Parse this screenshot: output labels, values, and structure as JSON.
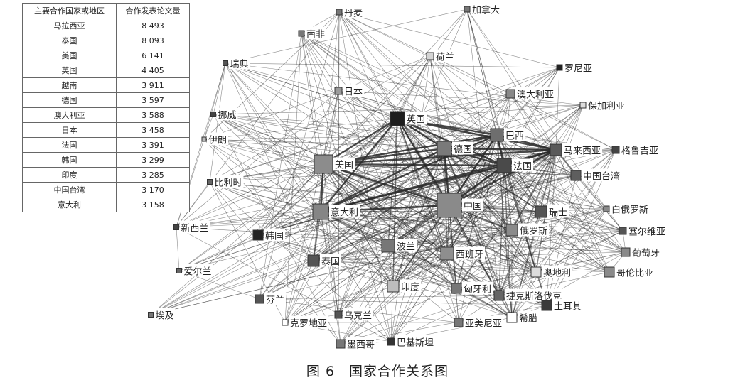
{
  "caption": "图 6　国家合作关系图",
  "table": {
    "headers": [
      "主要合作国家或地区",
      "合作发表论文量"
    ],
    "rows": [
      [
        "马拉西亚",
        "8 493"
      ],
      [
        "泰国",
        "8 093"
      ],
      [
        "美国",
        "6 141"
      ],
      [
        "英国",
        "4 405"
      ],
      [
        "越南",
        "3 911"
      ],
      [
        "德国",
        "3 597"
      ],
      [
        "澳大利亚",
        "3 588"
      ],
      [
        "日本",
        "3 458"
      ],
      [
        "法国",
        "3 391"
      ],
      [
        "韩国",
        "3 299"
      ],
      [
        "印度",
        "3 285"
      ],
      [
        "中国台湾",
        "3 170"
      ],
      [
        "意大利",
        "3 158"
      ]
    ]
  },
  "nodes": [
    {
      "id": "cn",
      "label": "中国",
      "shade": "#8a8a8a"
    },
    {
      "id": "en",
      "label": "英国",
      "shade": "#1e1e1e"
    },
    {
      "id": "us",
      "label": "美国",
      "shade": "#8c8c8c"
    },
    {
      "id": "de",
      "label": "德国",
      "shade": "#7a7a7a"
    },
    {
      "id": "br",
      "label": "巴西",
      "shade": "#6e6e6e"
    },
    {
      "id": "fr",
      "label": "法国",
      "shade": "#4a4a4a"
    },
    {
      "id": "my",
      "label": "马来西亚",
      "shade": "#5a5a5a"
    },
    {
      "id": "tw",
      "label": "中国台湾",
      "shade": "#5e5e5e"
    },
    {
      "id": "it",
      "label": "意大利",
      "shade": "#858585"
    },
    {
      "id": "ch",
      "label": "瑞士",
      "shade": "#555555"
    },
    {
      "id": "ru",
      "label": "俄罗斯",
      "shade": "#8a8a8a"
    },
    {
      "id": "kr",
      "label": "韩国",
      "shade": "#222222"
    },
    {
      "id": "pl",
      "label": "波兰",
      "shade": "#777777"
    },
    {
      "id": "es",
      "label": "西班牙",
      "shade": "#8e8e8e"
    },
    {
      "id": "th",
      "label": "泰国",
      "shade": "#555555"
    },
    {
      "id": "in",
      "label": "印度",
      "shade": "#bdbdbd"
    },
    {
      "id": "hu",
      "label": "匈牙利",
      "shade": "#777777"
    },
    {
      "id": "at",
      "label": "奥地利",
      "shade": "#dcdcdc"
    },
    {
      "id": "cz",
      "label": "捷克斯洛伐克",
      "shade": "#666666"
    },
    {
      "id": "gr",
      "label": "希腊",
      "shade": "#ffffff"
    },
    {
      "id": "tr",
      "label": "土耳其",
      "shade": "#3a3a3a"
    },
    {
      "id": "co",
      "label": "哥伦比亚",
      "shade": "#8a8a8a"
    },
    {
      "id": "pt",
      "label": "葡萄牙",
      "shade": "#8a8a8a"
    },
    {
      "id": "rs",
      "label": "塞尔维亚",
      "shade": "#555555"
    },
    {
      "id": "by",
      "label": "白俄罗斯",
      "shade": "#8a8a8a"
    },
    {
      "id": "lu",
      "label": "格鲁吉亚",
      "shade": "#444444"
    },
    {
      "id": "bg",
      "label": "保加利亚",
      "shade": "#dddddd"
    },
    {
      "id": "au",
      "label": "澳大利亚",
      "shade": "#888888"
    },
    {
      "id": "ro",
      "label": "罗尼亚",
      "shade": "#222222"
    },
    {
      "id": "ca",
      "label": "加拿大",
      "shade": "#777777"
    },
    {
      "id": "dk",
      "label": "丹麦",
      "shade": "#777777"
    },
    {
      "id": "nl",
      "label": "荷兰",
      "shade": "#d4d4d4"
    },
    {
      "id": "za",
      "label": "南非",
      "shade": "#777777"
    },
    {
      "id": "se",
      "label": "瑞典",
      "shade": "#555555"
    },
    {
      "id": "jp",
      "label": "日本",
      "shade": "#9a9a9a"
    },
    {
      "id": "no",
      "label": "挪威",
      "shade": "#444444"
    },
    {
      "id": "ir",
      "label": "伊朗",
      "shade": "#bbbbbb"
    },
    {
      "id": "be",
      "label": "比利时",
      "shade": "#666666"
    },
    {
      "id": "nz",
      "label": "新西兰",
      "shade": "#444444"
    },
    {
      "id": "ie",
      "label": "爱尔兰",
      "shade": "#666666"
    },
    {
      "id": "fi",
      "label": "芬兰",
      "shade": "#555555"
    },
    {
      "id": "eg",
      "label": "埃及",
      "shade": "#777777"
    },
    {
      "id": "hr",
      "label": "克罗地亚",
      "shade": "#ffffff"
    },
    {
      "id": "ua",
      "label": "乌克兰",
      "shade": "#555555"
    },
    {
      "id": "am",
      "label": "亚美尼亚",
      "shade": "#777777"
    },
    {
      "id": "mx",
      "label": "墨西哥",
      "shade": "#777777"
    },
    {
      "id": "pk",
      "label": "巴基斯坦",
      "shade": "#333333"
    }
  ]
}
